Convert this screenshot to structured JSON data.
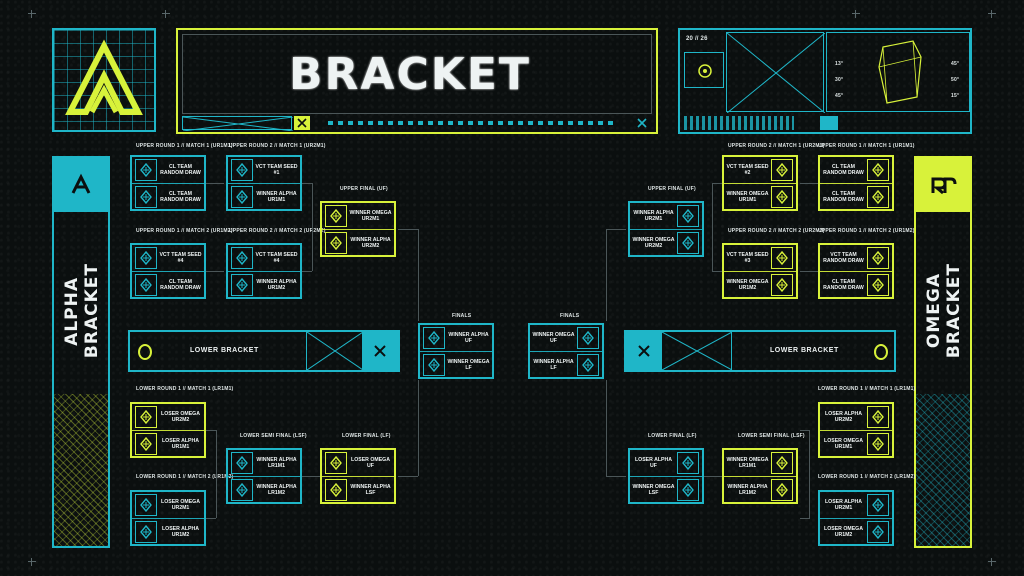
{
  "header": {
    "title": "BRACKET",
    "date": "20 // 26",
    "legend_values": [
      "13°",
      "45°",
      "30°",
      "50°",
      "45°",
      "15°"
    ]
  },
  "alpha": {
    "bracket_label_line1": "ALPHA",
    "bracket_label_line2": "BRACKET"
  },
  "omega": {
    "bracket_label_line1": "OMEGA",
    "bracket_label_line2": "BRACKET"
  },
  "lower_bracket_label": "LOWER BRACKET",
  "round_labels": {
    "l_ur1m1": "UPPER ROUND 1 // MATCH 1 (UR1M1)",
    "l_ur2m1": "UPPER ROUND 2 // MATCH 1 (UR2M1)",
    "l_ur1m2": "UPPER ROUND 1 // MATCH 2 (UR1M2)",
    "l_ur2m2": "UPPER ROUND 2 // MATCH 2 (UR2M2)",
    "l_uf": "UPPER FINAL (UF)",
    "finals_l": "FINALS",
    "finals_r": "FINALS",
    "r_ur2m1": "UPPER ROUND 2 // MATCH 1 (UR2M1)",
    "r_ur1m1": "UPPER ROUND 1 // MATCH 1 (UR1M1)",
    "r_ur2m2": "UPPER ROUND 2 // MATCH 2 (UR2M2)",
    "r_ur1m2": "UPPER ROUND 1 // MATCH 2 (UR1M2)",
    "r_uf": "UPPER FINAL (UF)",
    "l_lr1m1": "LOWER ROUND 1 // MATCH 1 (LR1M1)",
    "l_lr1m2": "LOWER ROUND 1 // MATCH 2 (LR1M2)",
    "l_lsf": "LOWER SEMI FINAL (LSF)",
    "l_lf": "LOWER FINAL (LF)",
    "r_lf": "LOWER FINAL (LF)",
    "r_lsf": "LOWER SEMI FINAL (LSF)",
    "r_lr1m1": "LOWER ROUND 1 // MATCH 1 (LR1M1)",
    "r_lr1m2": "LOWER ROUND 1 // MATCH 2 (LR1M2)"
  },
  "matches": {
    "a_ur1m1": [
      "CL TEAM RANDOM DRAW",
      "CL TEAM RANDOM DRAW"
    ],
    "a_ur2m1": [
      "VCT TEAM SEED #1",
      "WINNER ALPHA UR1M1"
    ],
    "a_ur1m2": [
      "VCT TEAM SEED #4",
      "CL TEAM RANDOM DRAW"
    ],
    "a_ur2m2": [
      "VCT TEAM SEED #4",
      "WINNER ALPHA UR1M2"
    ],
    "a_uf": [
      "WINNER OMEGA UR2M1",
      "WINNER ALPHA UR2M2"
    ],
    "finals_l": [
      "WINNER ALPHA UF",
      "WINNER OMEGA LF"
    ],
    "finals_r": [
      "WINNER OMEGA UF",
      "WINNER ALPHA LF"
    ],
    "o_uf": [
      "WINNER ALPHA UR2M1",
      "WINNER OMEGA UR2M2"
    ],
    "o_ur2m1": [
      "VCT TEAM SEED #2",
      "WINNER OMEGA UR1M1"
    ],
    "o_ur1m1": [
      "CL TEAM RANDOM DRAW",
      "CL TEAM RANDOM DRAW"
    ],
    "o_ur2m2": [
      "VCT TEAM SEED #3",
      "WINNER OMEGA UR1M2"
    ],
    "o_ur1m2": [
      "VCT TEAM RANDOM DRAW",
      "CL TEAM RANDOM DRAW"
    ],
    "a_lr1m1": [
      "LOSER OMEGA UR2M2",
      "LOSER ALPHA UR1M1"
    ],
    "a_lr1m2": [
      "LOSER OMEGA UR2M1",
      "LOSER ALPHA UR1M2"
    ],
    "a_lsf": [
      "WINNER ALPHA LR1M1",
      "WINNER ALPHA LR1M2"
    ],
    "a_lf": [
      "LOSER OMEGA UF",
      "WINNER ALPHA LSF"
    ],
    "o_lf": [
      "LOSER ALPHA UF",
      "WINNER OMEGA LSF"
    ],
    "o_lsf": [
      "WINNER OMEGA LR1M1",
      "WINNER ALPHA LR1M2"
    ],
    "o_lr1m1": [
      "LOSER ALPHA UR2M2",
      "LOSER OMEGA UR1M1"
    ],
    "o_lr1m2": [
      "LOSER ALPHA UR2M1",
      "LOSER OMEGA UR1M2"
    ]
  },
  "colors": {
    "cyan": "#1fb6c8",
    "lime": "#d8f23a",
    "background": "#0b0f0f"
  },
  "icons": [
    "valorant-alpha-logo-icon",
    "alpha-a-icon",
    "omega-r-icon",
    "team-emblem-icon",
    "x-icon"
  ]
}
